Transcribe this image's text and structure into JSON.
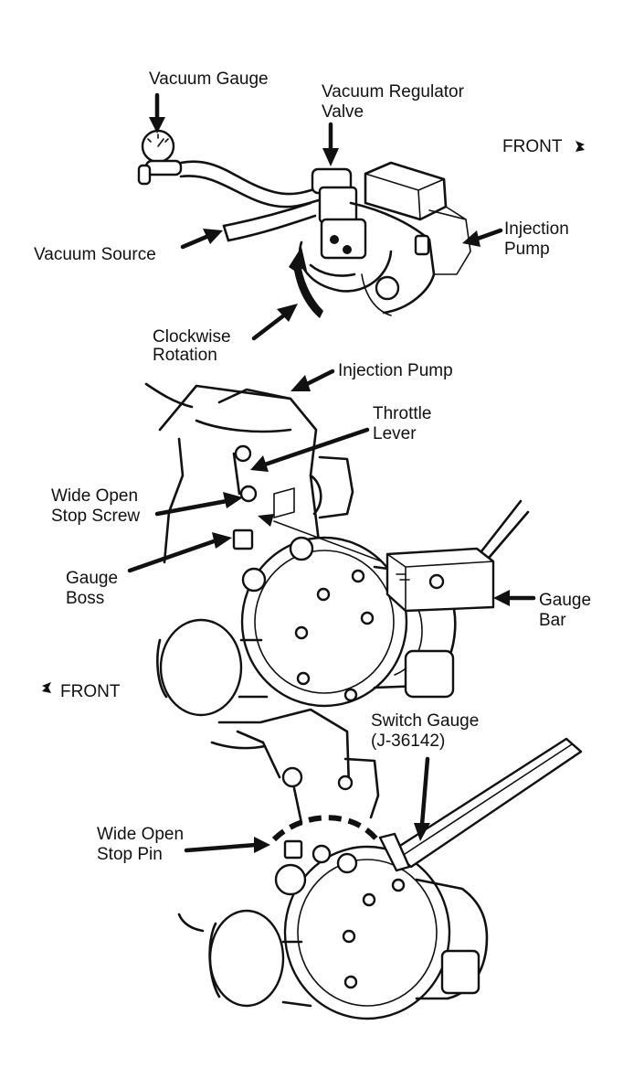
{
  "labels": {
    "vacuum_gauge": "Vacuum Gauge",
    "vacuum_regulator_1": "Vacuum Regulator",
    "vacuum_regulator_2": "Valve",
    "front_top": "FRONT",
    "injection_pump_top_1": "Injection",
    "injection_pump_top_2": "Pump",
    "vacuum_source": "Vacuum Source",
    "clockwise_1": "Clockwise",
    "clockwise_2": "Rotation",
    "injection_pump_mid": "Injection Pump",
    "throttle_1": "Throttle",
    "throttle_2": "Lever",
    "wide_open_screw_1": "Wide Open",
    "wide_open_screw_2": "Stop Screw",
    "gauge_boss_1": "Gauge",
    "gauge_boss_2": "Boss",
    "gauge_bar_1": "Gauge",
    "gauge_bar_2": "Bar",
    "front_mid": "FRONT",
    "switch_gauge_1": "Switch Gauge",
    "switch_gauge_2": "(J-36142)",
    "wide_open_pin_1": "Wide Open",
    "wide_open_pin_2": "Stop Pin"
  },
  "icons": {
    "front_indicator": "front-direction-icon",
    "rotation": "clockwise-arrow-icon"
  }
}
